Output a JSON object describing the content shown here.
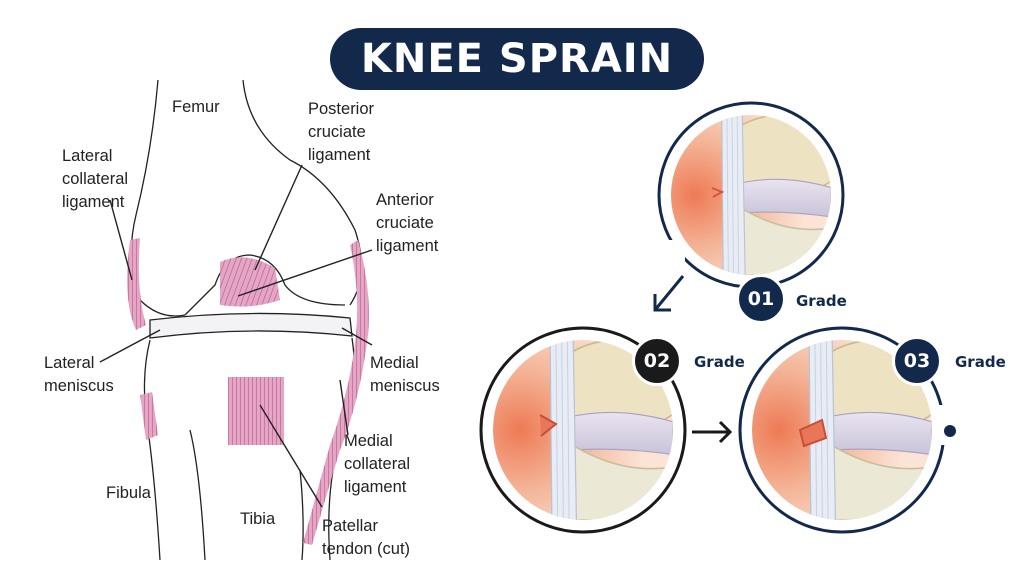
{
  "title": "KNEE SPRAIN",
  "labels": {
    "femur": "Femur",
    "posterior_cruciate": [
      "Posterior",
      "cruciate",
      "ligament"
    ],
    "lateral_collateral": [
      "Lateral",
      "collateral",
      "ligament"
    ],
    "anterior_cruciate": [
      "Anterior",
      "cruciate",
      "ligament"
    ],
    "lateral_meniscus": [
      "Lateral",
      "meniscus"
    ],
    "medial_meniscus": [
      "Medial",
      "meniscus"
    ],
    "medial_collateral": [
      "Medial",
      "collateral",
      "ligament"
    ],
    "fibula": "Fibula",
    "tibia": "Tibia",
    "patellar_tendon": [
      "Patellar",
      "tendon (cut)"
    ]
  },
  "grades": [
    {
      "number": "01",
      "label": "Grade"
    },
    {
      "number": "02",
      "label": "Grade"
    },
    {
      "number": "03",
      "label": "Grade"
    }
  ],
  "colors": {
    "navy": "#13294b",
    "ligament": "#d48cb0",
    "ligament_stroke": "#b05a88",
    "injury": "#e8775a"
  }
}
